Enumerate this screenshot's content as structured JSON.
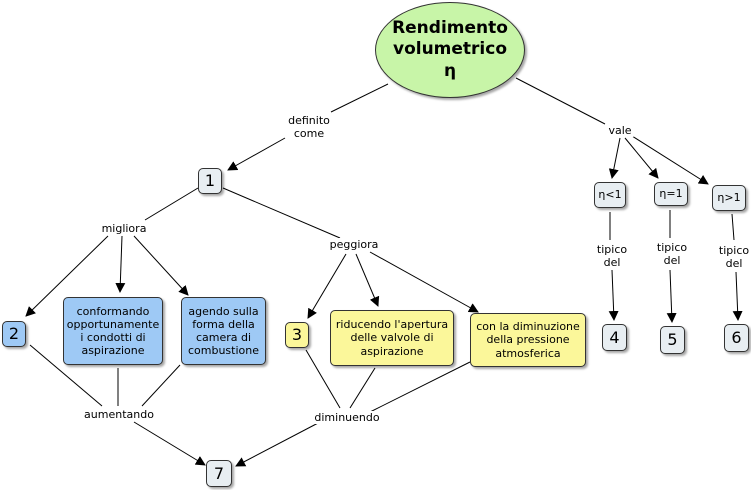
{
  "colors": {
    "concept_gray": "#e8eef2",
    "concept_blue": "#9ec9f5",
    "concept_yellow": "#fbf79a",
    "concept_green": "#c8f5a8",
    "line": "#000000"
  },
  "main": {
    "title_line1": "Rendimento volumetrico",
    "title_line2": "η"
  },
  "concepts": {
    "n1": "1",
    "n2": "2",
    "n3": "3",
    "n4": "4",
    "n5": "5",
    "n6": "6",
    "n7": "7",
    "conformando": "conformando opportunamente i condotti di aspirazione",
    "agendo": "agendo sulla forma della camera di combustione",
    "riducendo": "riducendo l'apertura delle valvole di aspirazione",
    "diminuzione": "con la diminuzione della pressione atmosferica",
    "eta_lt": "η<1",
    "eta_eq": "η=1",
    "eta_gt": "η>1"
  },
  "links": {
    "definito": "definito\ncome",
    "vale": "vale",
    "migliora": "migliora",
    "peggiora": "peggiora",
    "aumentando": "aumentando",
    "diminuendo": "diminuendo",
    "tipico1": "tipico\ndel",
    "tipico2": "tipico\ndel",
    "tipico3": "tipico\ndel"
  }
}
